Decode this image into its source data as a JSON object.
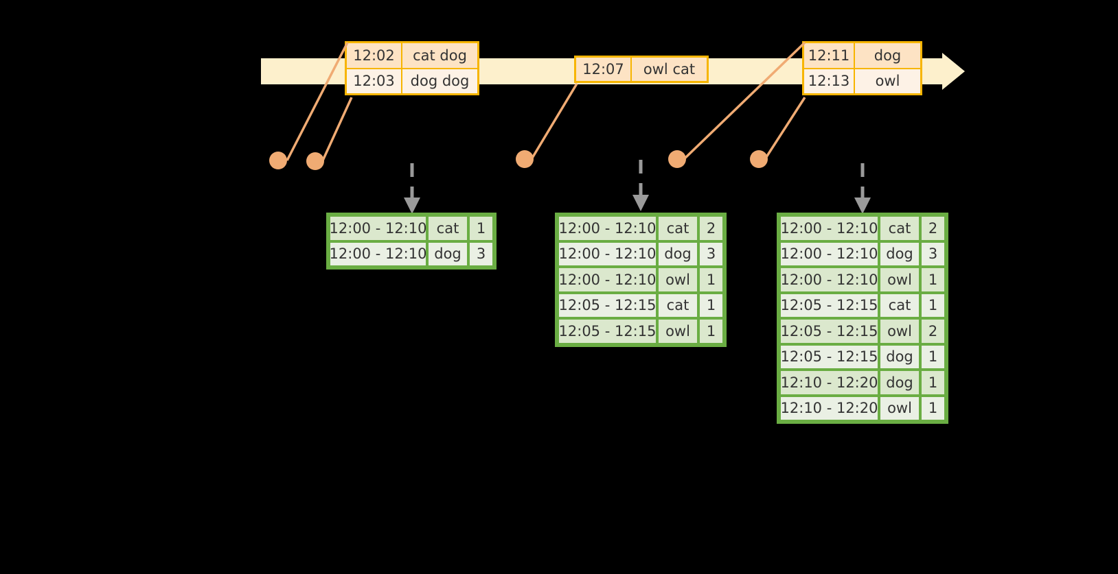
{
  "diagram": {
    "title": "windowed-event-aggregation",
    "colors": {
      "timeline_fill": "#fdf0cc",
      "event_border": "#f7b500",
      "event_fill_dark": "#fde3c4",
      "event_fill_light": "#fdf2e6",
      "connector": "#f0ab73",
      "table_border": "#6aad43",
      "table_fill_dark": "#dbe8cd",
      "table_fill_light": "#eaf0e4",
      "flow_arrow": "#9a9a9a",
      "background": "#000000"
    }
  },
  "timeline": {
    "events": [
      {
        "group_id": "group-1",
        "rows": [
          {
            "time": "12:02",
            "value": "cat dog"
          },
          {
            "time": "12:03",
            "value": "dog dog"
          }
        ]
      },
      {
        "group_id": "group-2",
        "rows": [
          {
            "time": "12:07",
            "value": "owl cat"
          }
        ]
      },
      {
        "group_id": "group-3",
        "rows": [
          {
            "time": "12:11",
            "value": "dog"
          },
          {
            "time": "12:13",
            "value": "owl"
          }
        ]
      }
    ]
  },
  "results": [
    {
      "table_id": "result-table-1",
      "rows": [
        {
          "window": "12:00 - 12:10",
          "key": "cat",
          "count": "1"
        },
        {
          "window": "12:00 - 12:10",
          "key": "dog",
          "count": "3"
        }
      ]
    },
    {
      "table_id": "result-table-2",
      "rows": [
        {
          "window": "12:00 - 12:10",
          "key": "cat",
          "count": "2"
        },
        {
          "window": "12:00 - 12:10",
          "key": "dog",
          "count": "3"
        },
        {
          "window": "12:00 - 12:10",
          "key": "owl",
          "count": "1"
        },
        {
          "window": "12:05 - 12:15",
          "key": "cat",
          "count": "1"
        },
        {
          "window": "12:05 - 12:15",
          "key": "owl",
          "count": "1"
        }
      ]
    },
    {
      "table_id": "result-table-3",
      "rows": [
        {
          "window": "12:00 - 12:10",
          "key": "cat",
          "count": "2"
        },
        {
          "window": "12:00 - 12:10",
          "key": "dog",
          "count": "3"
        },
        {
          "window": "12:00 - 12:10",
          "key": "owl",
          "count": "1"
        },
        {
          "window": "12:05 - 12:15",
          "key": "cat",
          "count": "1"
        },
        {
          "window": "12:05 - 12:15",
          "key": "owl",
          "count": "2"
        },
        {
          "window": "12:05 - 12:15",
          "key": "dog",
          "count": "1"
        },
        {
          "window": "12:10 - 12:20",
          "key": "dog",
          "count": "1"
        },
        {
          "window": "12:10 - 12:20",
          "key": "owl",
          "count": "1"
        }
      ]
    }
  ]
}
